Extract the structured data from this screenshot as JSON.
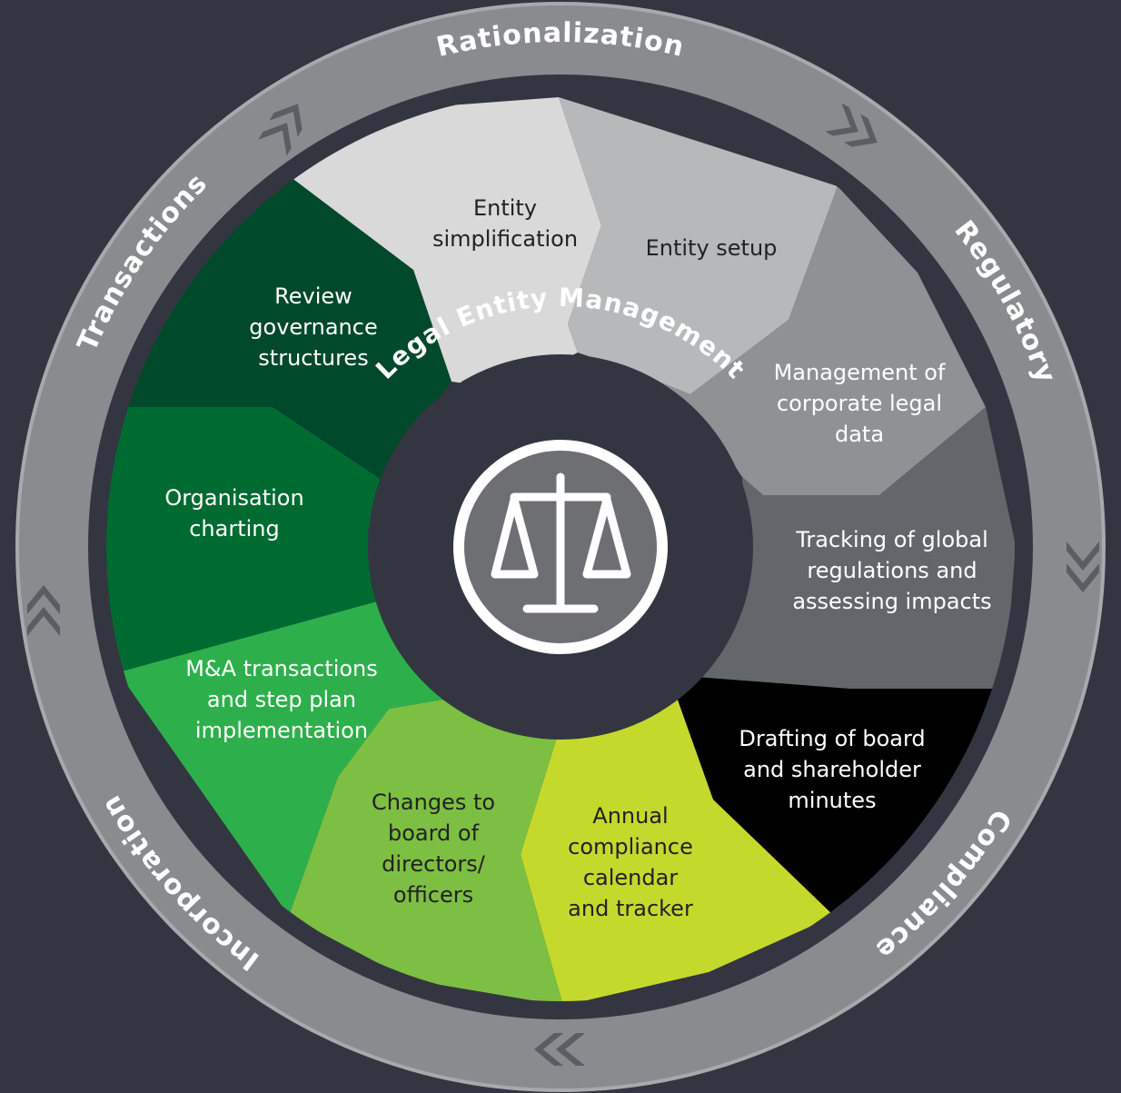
{
  "hub": {
    "title": "Legal Entity Management",
    "icon": "balance-scale-icon"
  },
  "ring_labels": [
    {
      "id": "rationalization",
      "text": "Rationalization"
    },
    {
      "id": "regulatory",
      "text": "Regulatory"
    },
    {
      "id": "compliance",
      "text": "Compliance"
    },
    {
      "id": "incorporation",
      "text": "Incorporation"
    },
    {
      "id": "transactions",
      "text": "Transactions"
    }
  ],
  "arrow_icon": "double-chevron-icon",
  "segments": [
    {
      "id": "entity-simplification",
      "lines": [
        "Entity",
        "simplification"
      ],
      "fill": "#d9d9d9",
      "text_color": "#222222"
    },
    {
      "id": "entity-setup",
      "lines": [
        "Entity setup"
      ],
      "fill": "#b6b8ba",
      "text_color": "#222222"
    },
    {
      "id": "management-corporate-legal-data",
      "lines": [
        "Management of",
        "corporate legal",
        "data"
      ],
      "fill": "#8f9195",
      "text_color": "#ffffff"
    },
    {
      "id": "tracking-global-regulations",
      "lines": [
        "Tracking of global",
        "regulations and",
        "assessing impacts"
      ],
      "fill": "#63666b",
      "text_color": "#ffffff"
    },
    {
      "id": "drafting-board-minutes",
      "lines": [
        "Drafting of board",
        "and shareholder",
        "minutes"
      ],
      "fill": "#000000",
      "text_color": "#ffffff"
    },
    {
      "id": "annual-compliance-calendar",
      "lines": [
        "Annual",
        "compliance",
        "calendar",
        "and tracker"
      ],
      "fill": "#c5d92d",
      "text_color": "#222222"
    },
    {
      "id": "changes-board-directors",
      "lines": [
        "Changes to",
        "board of",
        "directors/",
        "officers"
      ],
      "fill": "#7dbf42",
      "text_color": "#222222"
    },
    {
      "id": "ma-transactions",
      "lines": [
        "M&A transactions",
        "and step plan",
        "implementation"
      ],
      "fill": "#2db04b",
      "text_color": "#ffffff"
    },
    {
      "id": "organisation-charting",
      "lines": [
        "Organisation",
        "charting"
      ],
      "fill": "#006b31",
      "text_color": "#ffffff"
    },
    {
      "id": "review-governance",
      "lines": [
        "Review",
        "governance",
        "structures"
      ],
      "fill": "#00492b",
      "text_color": "#ffffff"
    }
  ],
  "colors": {
    "background": "#333641",
    "ring": "#898b8f",
    "ring_border": "#a7a9ac",
    "inner_band": "#333641",
    "hub": "#333641",
    "hub_icon_bg": "#6d6f73",
    "arrow": "#5b5d62",
    "white": "#ffffff"
  }
}
